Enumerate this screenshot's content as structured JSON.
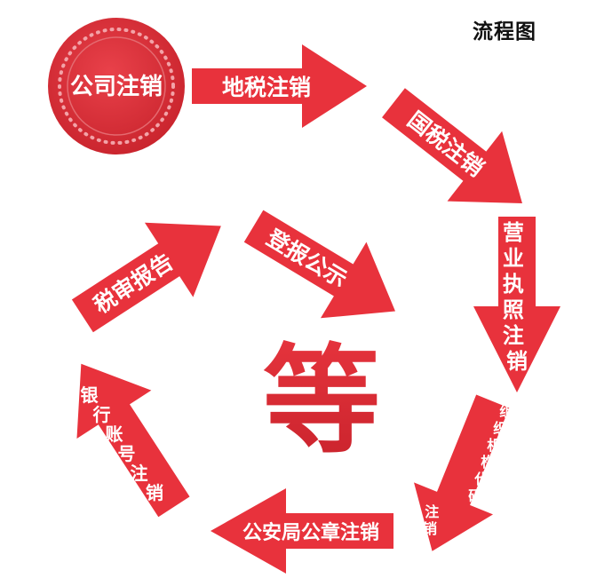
{
  "title": "流程图",
  "start": "公司注销",
  "steps": [
    {
      "id": "local_tax",
      "label": "地税注销"
    },
    {
      "id": "national_tax",
      "label": "国税注销"
    },
    {
      "id": "business_license",
      "label": "营业执照注销"
    },
    {
      "id": "org_code",
      "label": "组织机构代码注销"
    },
    {
      "id": "seal",
      "label": "公安局公章注销"
    },
    {
      "id": "bank_account",
      "label": "银行账号注销"
    },
    {
      "id": "tax_audit",
      "label": "税审报告"
    },
    {
      "id": "announcement",
      "label": "登报公示"
    }
  ],
  "center": "等",
  "colors": {
    "arrow": "#e8323c",
    "arrow_dark": "#cf2731",
    "circle": "#e02c36",
    "dots": "#f4a9ae",
    "center_top": "#e6343d",
    "center_bottom": "#cf2830",
    "title_text": "#111111"
  }
}
